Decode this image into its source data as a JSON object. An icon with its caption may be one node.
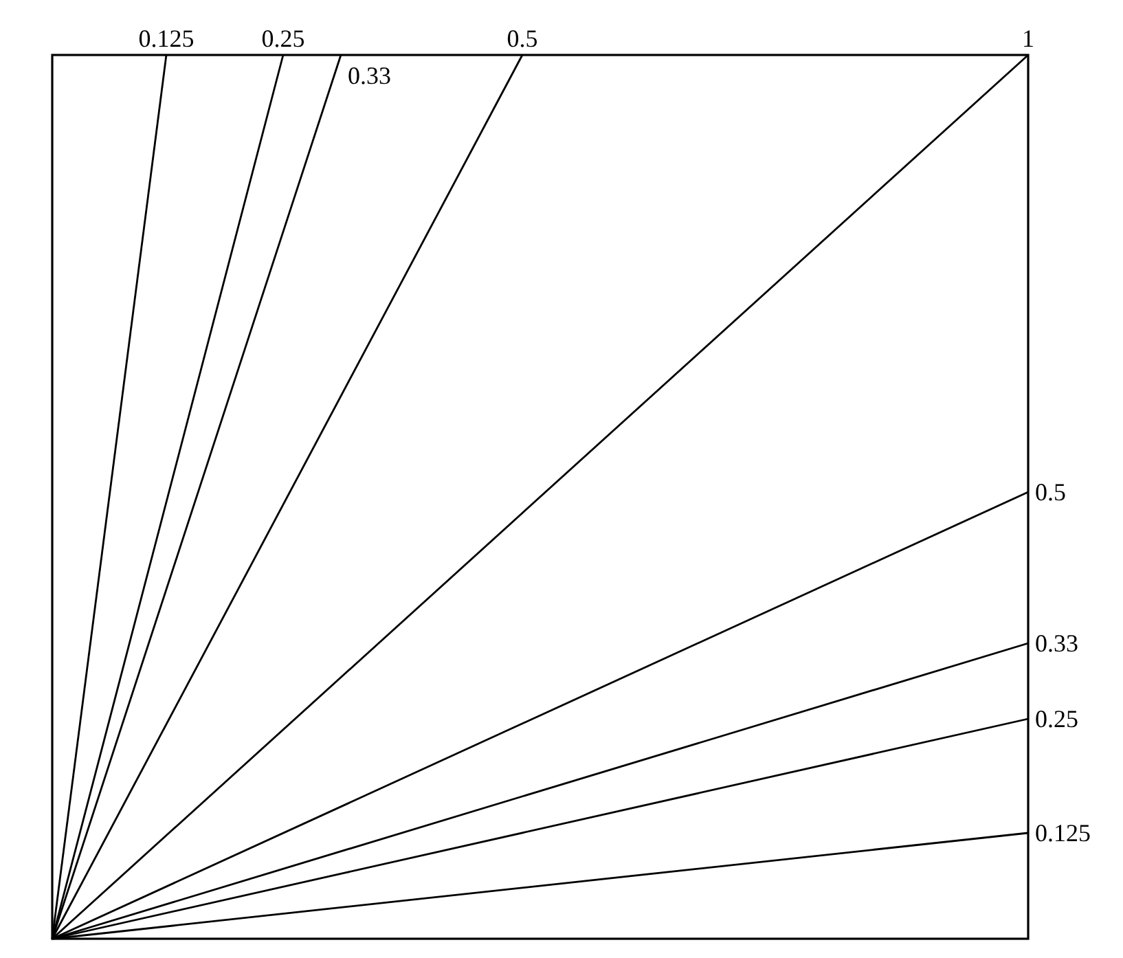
{
  "diagram": {
    "nodes": [
      {
        "text": [
          "0.125"
        ]
      },
      {
        "text": [
          "0.25"
        ]
      },
      {
        "text": [
          "0.5"
        ]
      },
      {
        "text": [
          "1"
        ]
      },
      {
        "text": [
          "0.33"
        ]
      },
      {
        "text": [
          "0.5"
        ]
      },
      {
        "text": [
          "0.33"
        ]
      },
      {
        "text": [
          "0.25"
        ]
      },
      {
        "text": [
          "0.125"
        ]
      }
    ],
    "edges": [
      {
        "from": null,
        "to": 0,
        "arrow": "none"
      },
      {
        "from": null,
        "to": 1,
        "arrow": "none"
      },
      {
        "from": null,
        "to": 4,
        "arrow": "none"
      },
      {
        "from": null,
        "to": 2,
        "arrow": "none"
      },
      {
        "from": null,
        "to": 3,
        "arrow": "none"
      },
      {
        "from": null,
        "to": 5,
        "arrow": "none"
      },
      {
        "from": null,
        "to": 6,
        "arrow": "none"
      },
      {
        "from": null,
        "to": 7,
        "arrow": "none"
      },
      {
        "from": null,
        "to": 8,
        "arrow": "none"
      }
    ]
  }
}
